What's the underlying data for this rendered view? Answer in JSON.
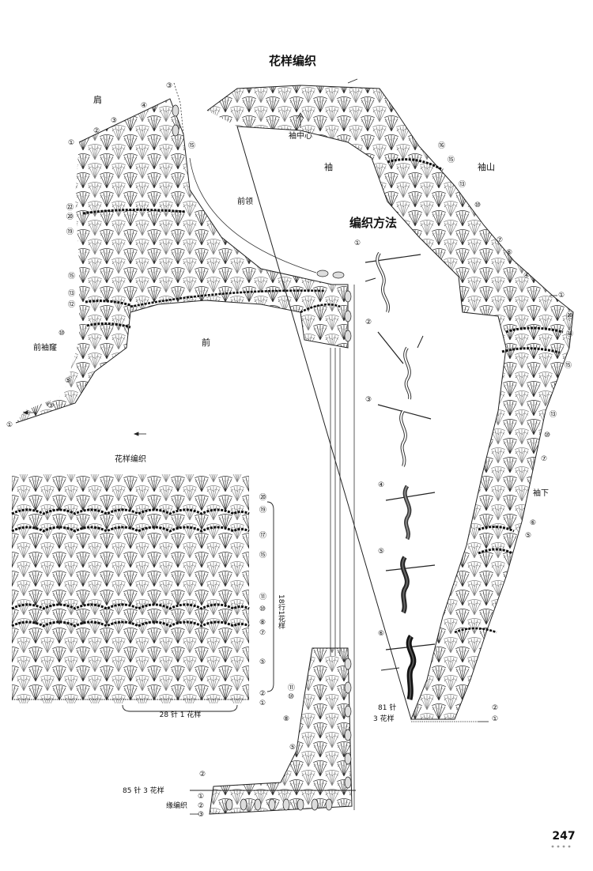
{
  "title": "花样编织",
  "method_title": "编织方法",
  "page_number": "247",
  "labels": {
    "shoulder": "肩",
    "sleeve_center": "袖中心",
    "sleeve": "袖",
    "sleeve_cap": "袖山",
    "front_neck": "前领",
    "front": "前",
    "front_armhole": "前袖窿",
    "underarm": "袖下",
    "swatch_title": "花样编织",
    "rows_repeat": "18行1花样",
    "swatch_stitches": "28 针 1 花样",
    "sleeve_stitches_a": "81 针",
    "sleeve_stitches_b": "3 花样",
    "bottom_stitches": "85 针 3 花样",
    "edging": "缘编织"
  },
  "row_numbers": {
    "swatch": [
      "⑳",
      "⑲",
      "⑰",
      "⑮",
      "⑪",
      "⑩",
      "⑧",
      "⑦",
      "⑤",
      "②",
      "①"
    ],
    "front_left": [
      "①",
      "㉒",
      "⑳",
      "⑲",
      "⑮",
      "⑬",
      "⑫",
      "⑩",
      "⑤",
      "③",
      "①"
    ],
    "top": [
      "④",
      "③",
      "②",
      "③",
      "⑮"
    ],
    "sleeve_right": [
      "⑯",
      "⑮",
      "⑬",
      "⑩",
      "⑦",
      "⑥",
      "④",
      "①",
      "⑳",
      "⑱",
      "⑮",
      "⑬",
      "⑩",
      "⑦",
      "⑥",
      "⑤",
      "②",
      "①"
    ],
    "bottom": [
      "②",
      "①",
      "②",
      "③",
      "⑤",
      "⑧",
      "⑩",
      "⑪"
    ]
  },
  "steps": [
    "①",
    "②",
    "③",
    "④",
    "⑤",
    "⑥"
  ]
}
